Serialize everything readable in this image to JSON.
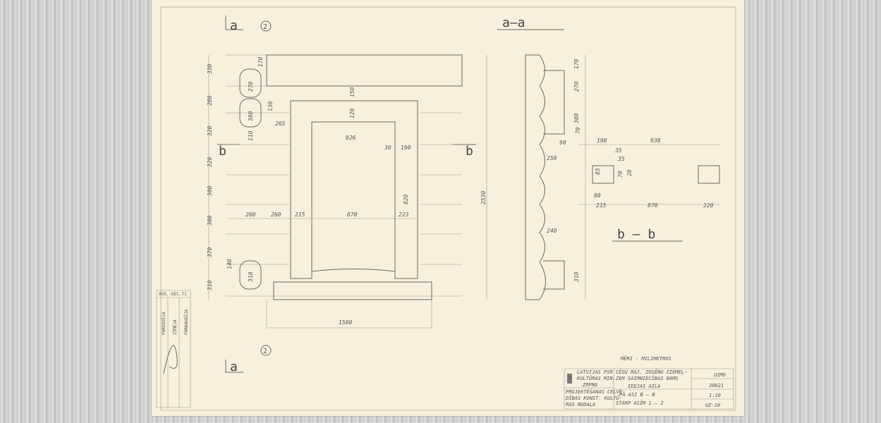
{
  "plan": {
    "section_a_top": "a",
    "section_a_bottom": "a",
    "section_b_left": "b",
    "section_b_right": "b",
    "axis_top": "2",
    "axis_bottom": "2",
    "left_dims": [
      "330",
      "280",
      "320",
      "320",
      "300",
      "300",
      "370",
      "310"
    ],
    "log_dims": [
      "170",
      "270",
      "380",
      "130",
      "265",
      "110",
      "140",
      "310"
    ],
    "top_dims": [
      "150",
      "120",
      "926",
      "30",
      "190"
    ],
    "mid_dims": [
      "260",
      "260",
      "215",
      "870",
      "223"
    ],
    "v_dims": [
      "820",
      "2530"
    ],
    "bottom_dim": "1580"
  },
  "section_aa": {
    "title": "a–a",
    "dims": [
      "170",
      "270",
      "380",
      "70",
      "90",
      "250",
      "240",
      "310"
    ]
  },
  "section_bb": {
    "title": "b – b",
    "dims": [
      "190",
      "938",
      "35",
      "35",
      "85",
      "70",
      "20",
      "80",
      "215",
      "870",
      "220"
    ]
  },
  "units_note": "MĒRI - MILIMETROS",
  "title_block": {
    "org1": "LATVIJAS PSR",
    "org2": "KULTŪRAS MIN.",
    "org3": "ZRPNG",
    "dept1": "PROJEKTĒŠANAS CEĻVE-",
    "dept2": "DĪBAS KONST. KULTŪ-",
    "dept3": "RAS NODAĻA",
    "obj1": "CĒSU RAJ. ZOSĒNU ZIEMEĻ-",
    "obj2": "ZEM SAIMNIECĪBAS NAMS",
    "sheet1": "IEEJAS AILA",
    "sheet2": "PA ASI B – B",
    "sheet3": "STARP ASĪM 1 – 2",
    "code": "UZ-10",
    "num": "30821",
    "scale": "1:10",
    "stage": "UZMO"
  },
  "stamp": {
    "date": "AVG.-DEC.71",
    "rows": [
      "PAREDZĒJA",
      "ZĪMĒJA",
      "PĀRBAUDĪJA"
    ]
  }
}
